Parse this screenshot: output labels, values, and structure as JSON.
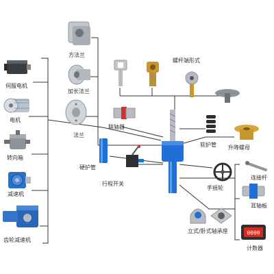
{
  "labels": {
    "square_flange": "方法兰",
    "extended_flange": "加长法兰",
    "flange": "法兰",
    "servo_motor": "伺服电机",
    "motor": "电机",
    "bevel_gearbox": "转向箱",
    "reducer": "减速机",
    "gear_reducer": "齿轮减速机",
    "coupling": "联轴器",
    "rigid_tube": "硬护管",
    "limit_switch": "行程开关",
    "screw_end_forms": "螺杆端形式",
    "soft_boot": "软护管",
    "lifting_nut": "升降螺母",
    "handwheel": "手摇轮",
    "connecting_rod": "连接杆",
    "bearing_plate": "耳轴板",
    "bearing_seat": "立式/卧式轴承座",
    "counter": "计数器"
  },
  "counter_display": "0000",
  "colors": {
    "line": "#333333",
    "jack_blue": "#1f6fd6",
    "steel": "#b8bcc2",
    "brass": "#c8962e",
    "counter_red": "#d8291f"
  }
}
